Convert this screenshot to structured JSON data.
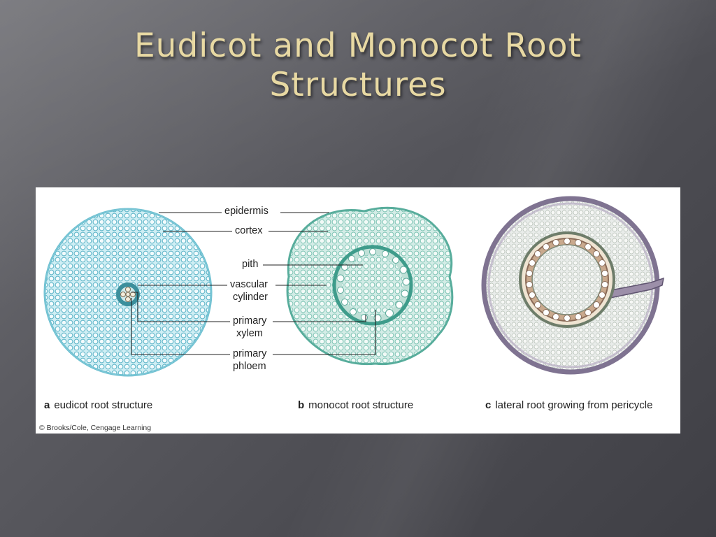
{
  "slide": {
    "title_line1": "Eudicot and Monocot Root",
    "title_line2": "Structures"
  },
  "figure": {
    "labels": {
      "epidermis": "epidermis",
      "cortex": "cortex",
      "pith": "pith",
      "vascular_line1": "vascular",
      "vascular_line2": "cylinder",
      "xylem_line1": "primary",
      "xylem_line2": "xylem",
      "phloem_line1": "primary",
      "phloem_line2": "phloem"
    },
    "captions": [
      {
        "letter": "a",
        "text": "eudicot root structure"
      },
      {
        "letter": "b",
        "text": "monocot root structure"
      },
      {
        "letter": "c",
        "text": "lateral root growing from pericycle"
      }
    ],
    "credit": "© Brooks/Cole, Cengage Learning"
  },
  "colors": {
    "title": "#e8d9a3",
    "eudicot": "#5fb6c9",
    "monocot": "#5fb3a4",
    "lateral": "#9a8fa8"
  }
}
